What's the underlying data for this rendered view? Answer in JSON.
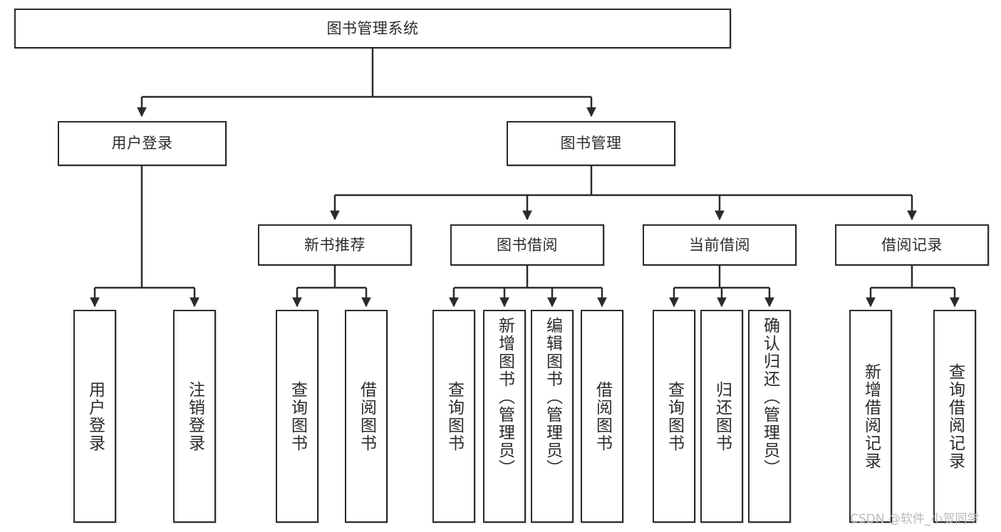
{
  "diagram": {
    "type": "tree",
    "title": "图书管理系统",
    "watermark": "CSDN @软件_小贺同学",
    "colors": {
      "stroke": "#2b2b2b",
      "node_fill": "#ffffff",
      "background": "#ffffff",
      "watermark": "#b9b9b9"
    },
    "root": {
      "label": "图书管理系统"
    },
    "level1": [
      {
        "label": "用户登录"
      },
      {
        "label": "图书管理"
      }
    ],
    "level2": [
      {
        "label": "新书推荐"
      },
      {
        "label": "图书借阅"
      },
      {
        "label": "当前借阅"
      },
      {
        "label": "借阅记录"
      }
    ],
    "leaves": {
      "user_login": [
        {
          "label": "用户登录"
        },
        {
          "label": "注销登录"
        }
      ],
      "new_book": [
        {
          "label": "查询图书"
        },
        {
          "label": "借阅图书"
        }
      ],
      "book_borrow": [
        {
          "label": "查询图书"
        },
        {
          "label": "新增图书（管理员）"
        },
        {
          "label": "编辑图书（管理员）"
        },
        {
          "label": "借阅图书"
        }
      ],
      "current_borrow": [
        {
          "label": "查询图书"
        },
        {
          "label": "归还图书"
        },
        {
          "label": "确认归还（管理员）"
        }
      ],
      "borrow_record": [
        {
          "label": "新增借阅记录"
        },
        {
          "label": "查询借阅记录"
        }
      ]
    }
  }
}
